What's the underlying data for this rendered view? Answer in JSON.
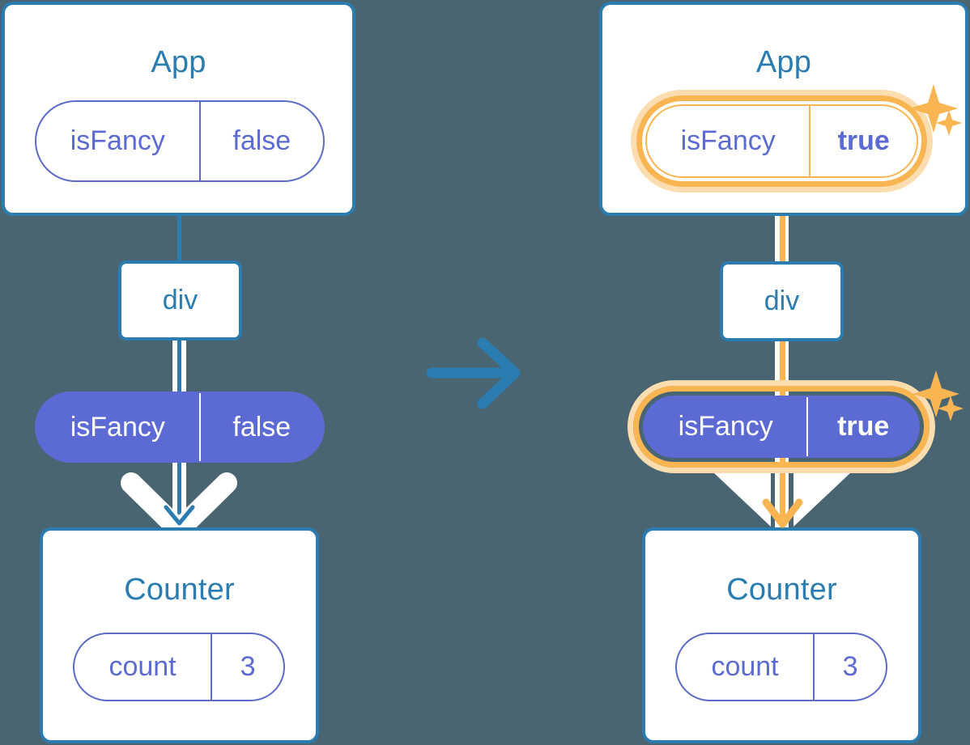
{
  "diagram": {
    "title_hidden": "React state propagation before and after update",
    "background_color": "#4a6572",
    "accent_blue": "#2b7cb0",
    "accent_purple": "#5c6bd4",
    "accent_orange": "#f8b551",
    "accent_orange_soft": "#fbddb0",
    "transition_arrow": "right-arrow"
  },
  "panels": [
    {
      "id": "before",
      "app_card": {
        "title": "App"
      },
      "app_pill": {
        "key": "isFancy",
        "value": "false",
        "bold_value": false,
        "highlighted": false,
        "filled": false
      },
      "div_node": {
        "label": "div"
      },
      "prop_pill": {
        "key": "isFancy",
        "value": "false",
        "bold_value": false,
        "highlighted": false,
        "filled": true
      },
      "counter_card": {
        "title": "Counter"
      },
      "counter_pill": {
        "key": "count",
        "value": "3",
        "bold_value": false,
        "highlighted": false,
        "filled": false
      },
      "flow_color": "#2b7cb0",
      "sparkles": false
    },
    {
      "id": "after",
      "app_card": {
        "title": "App"
      },
      "app_pill": {
        "key": "isFancy",
        "value": "true",
        "bold_value": true,
        "highlighted": true,
        "filled": false
      },
      "div_node": {
        "label": "div"
      },
      "prop_pill": {
        "key": "isFancy",
        "value": "true",
        "bold_value": true,
        "highlighted": true,
        "filled": true
      },
      "counter_card": {
        "title": "Counter"
      },
      "counter_pill": {
        "key": "count",
        "value": "3",
        "bold_value": false,
        "highlighted": false,
        "filled": false
      },
      "flow_color": "#f8b551",
      "sparkles": true
    }
  ]
}
